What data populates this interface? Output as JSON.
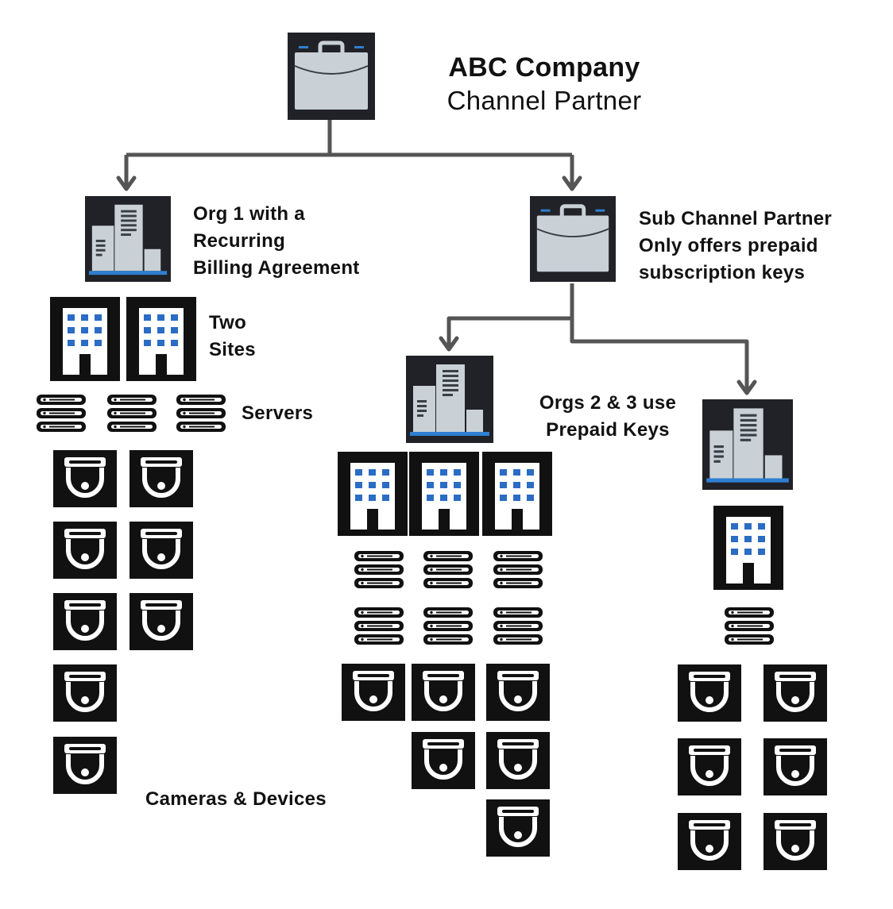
{
  "colors": {
    "icon_bg": "#202227",
    "icon_gray": "#c9d0d6",
    "icon_dark": "#3a3e45",
    "accent_blue": "#2f7fd1",
    "window_blue": "#2b6cc4",
    "camera_bg": "#111111",
    "camera_white": "#ffffff",
    "connector": "#555555"
  },
  "nodes": {
    "root": {
      "name": "ABC Company",
      "role": "Channel Partner",
      "icon": "briefcase-icon"
    },
    "org1": {
      "lines": [
        "Org 1 with a",
        "Recurring",
        "Billing Agreement"
      ],
      "sites_label": [
        "Two",
        "Sites"
      ],
      "servers_label": "Servers",
      "cameras_label": "Cameras & Devices",
      "icon": "office-building-icon"
    },
    "sub_partner": {
      "lines": [
        "Sub Channel Partner",
        "Only offers prepaid",
        "subscription keys"
      ],
      "icon": "briefcase-icon"
    },
    "orgs23": {
      "lines": [
        "Orgs 2 & 3 use",
        "Prepaid Keys"
      ],
      "icon": "office-building-icon"
    }
  },
  "icon_names": {
    "site": "site-building-icon",
    "server": "server-rack-icon",
    "camera": "dome-camera-icon"
  }
}
